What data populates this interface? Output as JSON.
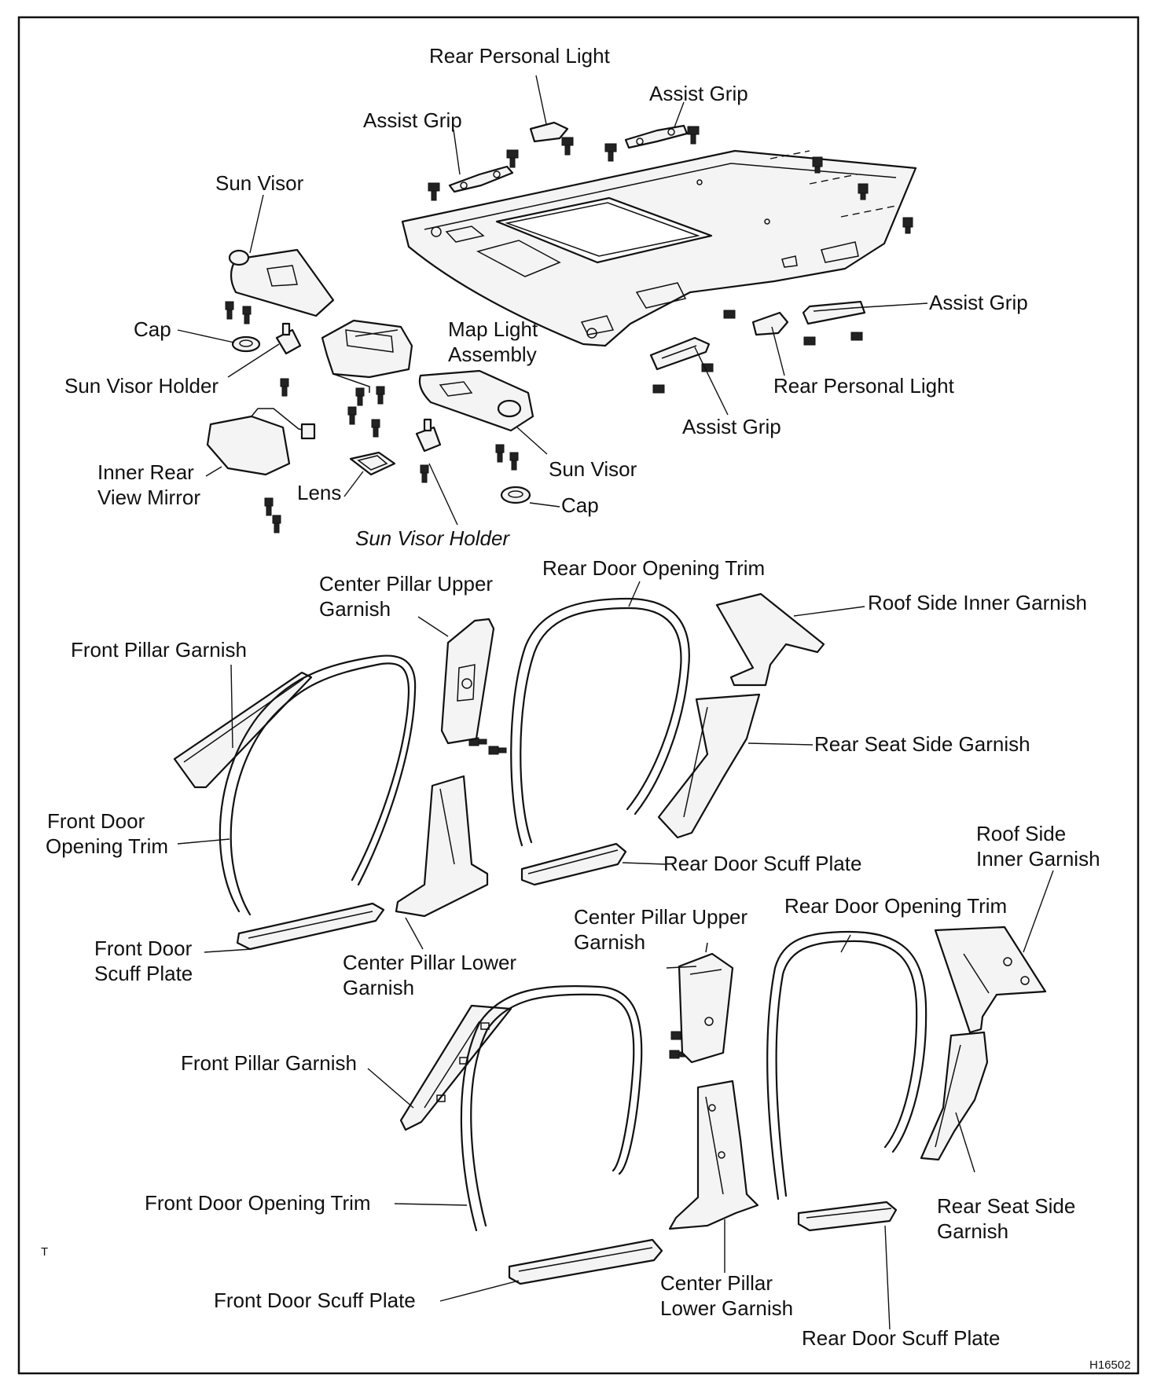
{
  "figure_code": "H16502",
  "corner_mark": "T",
  "labels": {
    "rear_personal_light_top": "Rear Personal Light",
    "assist_grip_top_left": "Assist Grip",
    "assist_grip_top_right": "Assist Grip",
    "sun_visor_left": "Sun Visor",
    "cap_left": "Cap",
    "map_light_line1": "Map Light",
    "map_light_line2": "Assembly",
    "sun_visor_holder_left": "Sun Visor Holder",
    "inner_mirror_line1": "Inner Rear",
    "inner_mirror_line2": "View Mirror",
    "lens": "Lens",
    "sun_visor_holder_bottom": "Sun Visor Holder",
    "sun_visor_right": "Sun Visor",
    "cap_right": "Cap",
    "assist_grip_right": "Assist Grip",
    "rear_personal_light_right": "Rear Personal Light",
    "assist_grip_bottom": "Assist Grip",
    "s1_center_pillar_upper_line1": "Center Pillar Upper",
    "s1_center_pillar_upper_line2": "Garnish",
    "s1_rear_door_opening_trim": "Rear Door Opening Trim",
    "s1_roof_side_inner_garnish": "Roof Side Inner Garnish",
    "s1_front_pillar_garnish": "Front Pillar Garnish",
    "s1_rear_seat_side_garnish": "Rear Seat Side Garnish",
    "s1_front_door_opening_trim_line1": "Front Door",
    "s1_front_door_opening_trim_line2": "Opening Trim",
    "s1_rear_door_scuff_plate": "Rear Door Scuff Plate",
    "s1_front_door_scuff_line1": "Front Door",
    "s1_front_door_scuff_line2": "Scuff Plate",
    "s1_center_pillar_lower_line1": "Center Pillar Lower",
    "s1_center_pillar_lower_line2": "Garnish",
    "s2_roof_side_inner_line1": "Roof Side",
    "s2_roof_side_inner_line2": "Inner Garnish",
    "s2_center_pillar_upper_line1": "Center Pillar Upper",
    "s2_center_pillar_upper_line2": "Garnish",
    "s2_rear_door_opening_trim": "Rear Door Opening Trim",
    "s2_front_pillar_garnish": "Front Pillar Garnish",
    "s2_front_door_opening_trim": "Front Door Opening Trim",
    "s2_rear_seat_side_line1": "Rear Seat Side",
    "s2_rear_seat_side_line2": "Garnish",
    "s2_center_pillar_lower_line1": "Center Pillar",
    "s2_center_pillar_lower_line2": "Lower Garnish",
    "s2_front_door_scuff_plate": "Front Door Scuff Plate",
    "s2_rear_door_scuff_plate": "Rear Door Scuff Plate"
  }
}
